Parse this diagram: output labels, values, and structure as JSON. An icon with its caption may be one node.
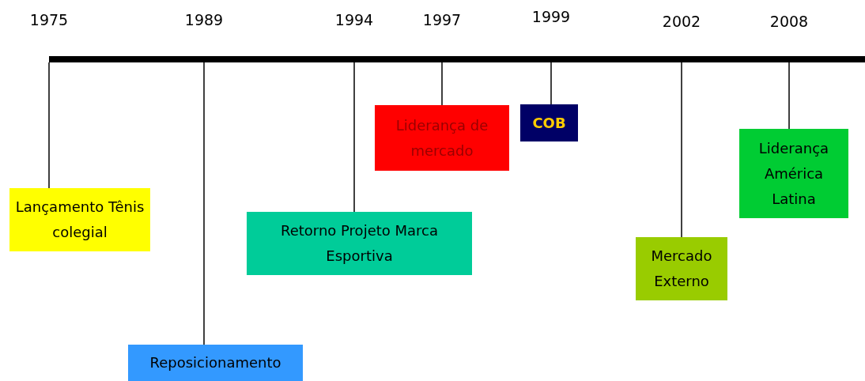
{
  "diagram": {
    "nodes": [
      {
        "text": [],
        "shape": "bar"
      },
      {
        "text": [
          "Lançamento Tênis colegial"
        ]
      },
      {
        "text": [
          "Reposicionamento"
        ]
      },
      {
        "text": [
          "Retorno Projeto Marca Esportiva"
        ]
      },
      {
        "text": [
          "Liderança de mercado"
        ]
      },
      {
        "text": [
          "COB"
        ]
      },
      {
        "text": [
          "Mercado Externo"
        ]
      },
      {
        "text": [
          "Liderança América Latina"
        ]
      }
    ],
    "edges": [
      {
        "from": 0,
        "to": 1,
        "arrow": "none"
      },
      {
        "from": 0,
        "to": 2,
        "arrow": "none"
      },
      {
        "from": 0,
        "to": 3,
        "arrow": "none"
      },
      {
        "from": 0,
        "to": 4,
        "arrow": "none"
      },
      {
        "from": 0,
        "to": 5,
        "arrow": "none"
      },
      {
        "from": 0,
        "to": 6,
        "arrow": "none"
      },
      {
        "from": 0,
        "to": 7,
        "arrow": "none"
      }
    ],
    "labels": [
      "1975",
      "1989",
      "1994",
      "1997",
      "1999",
      "2002",
      "2008"
    ]
  }
}
